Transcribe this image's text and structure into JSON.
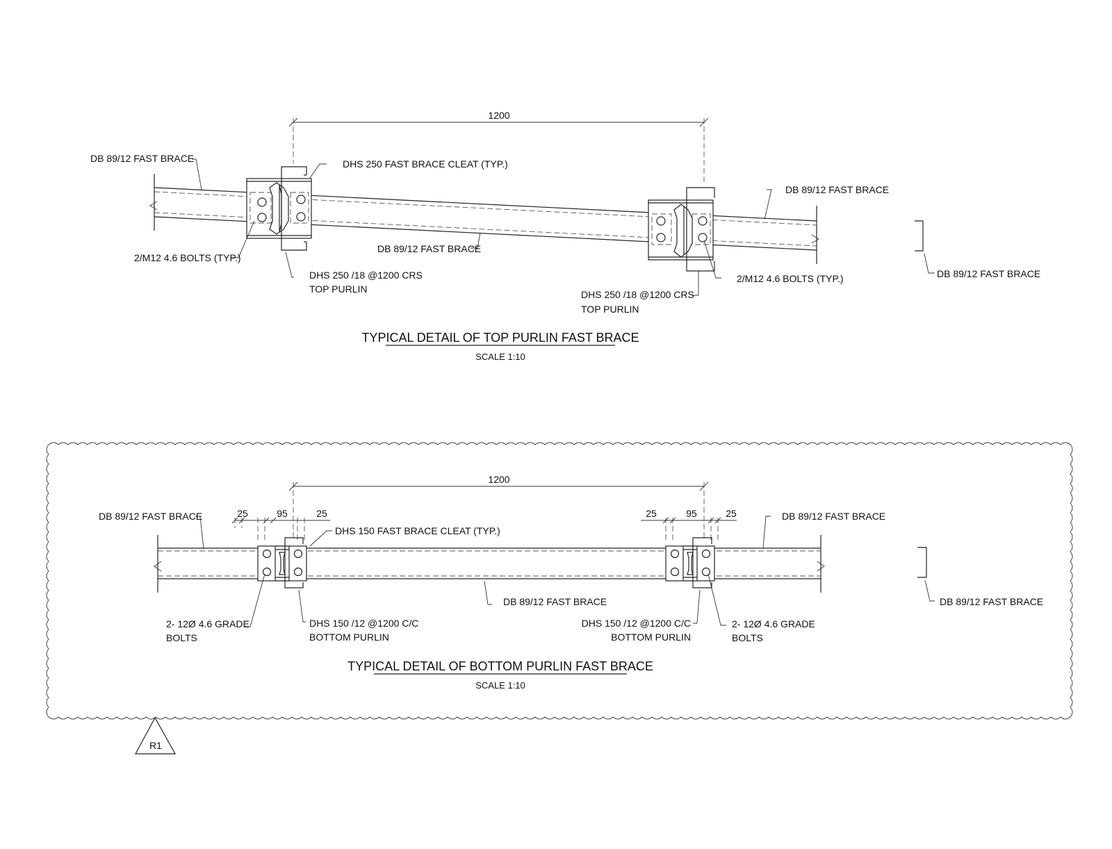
{
  "top_detail": {
    "title": "TYPICAL DETAIL OF TOP PURLIN FAST BRACE",
    "scale": "SCALE 1:10",
    "dimension": "1200",
    "labels": {
      "brace_left": "DB 89/12 FAST BRACE",
      "cleat": "DHS 250 FAST BRACE CLEAT (TYP.)",
      "brace_right": "DB 89/12 FAST BRACE",
      "bolts_left": "2/M12 4.6 BOLTS (TYP.)",
      "brace_mid": "DB 89/12 FAST BRACE",
      "purlin_left_l1": "DHS 250 /18 @1200 CRS",
      "purlin_left_l2": "TOP PURLIN",
      "bolts_right": "2/M12 4.6 BOLTS (TYP.)",
      "purlin_right_l1": "DHS 250 /18 @1200 CRS",
      "purlin_right_l2": "TOP PURLIN",
      "section": "DB 89/12 FAST BRACE"
    }
  },
  "bottom_detail": {
    "title": "TYPICAL DETAIL OF BOTTOM PURLIN FAST BRACE",
    "scale": "SCALE 1:10",
    "dimension": "1200",
    "sub_dims_left": [
      "25",
      "95",
      "25"
    ],
    "sub_dims_right": [
      "25",
      "95",
      "25"
    ],
    "labels": {
      "brace_left": "DB 89/12 FAST BRACE",
      "cleat": "DHS 150 FAST BRACE CLEAT (TYP.)",
      "brace_right": "DB 89/12 FAST BRACE",
      "brace_mid": "DB 89/12 FAST BRACE",
      "bolts_left_l1": "2- 12Ø 4.6 GRADE",
      "bolts_left_l2": "BOLTS",
      "purlin_left_l1": "DHS 150 /12 @1200 C/C",
      "purlin_left_l2": "BOTTOM PURLIN",
      "purlin_right_l1": "DHS 150 /12 @1200 C/C",
      "purlin_right_l2": "BOTTOM PURLIN",
      "bolts_right_l1": "2- 12Ø 4.6 GRADE",
      "bolts_right_l2": "BOLTS",
      "section": "DB 89/12 FAST BRACE"
    }
  },
  "revision": {
    "tag": "R1"
  }
}
